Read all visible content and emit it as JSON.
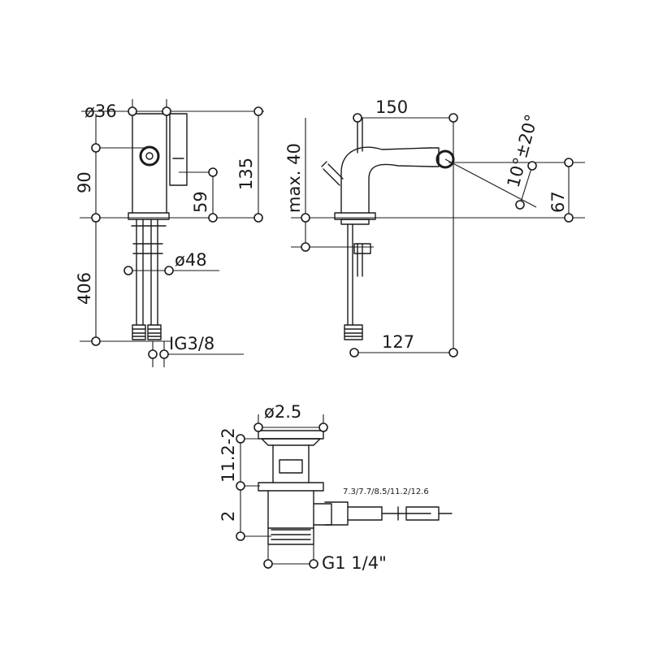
{
  "dimensions": {
    "side_body_diameter": "ø36",
    "spout_height": "90",
    "lever_height": "135",
    "lever_offset": "59",
    "hose_length": "406",
    "hole_diameter": "ø48",
    "hose_thread": "IG3/8",
    "spout_reach": "150",
    "max_deck": "max. 40",
    "nozzle_angle": "10°±20°",
    "nozzle_height": "67",
    "hose_offset": "127",
    "waste_diameter": "ø2.5",
    "waste_depth": "11.2-2",
    "waste_lower": "2",
    "pop_up_rods": "7.3/7.7/8.5/11.2/12.6",
    "waste_thread": "G1 1/4\""
  }
}
